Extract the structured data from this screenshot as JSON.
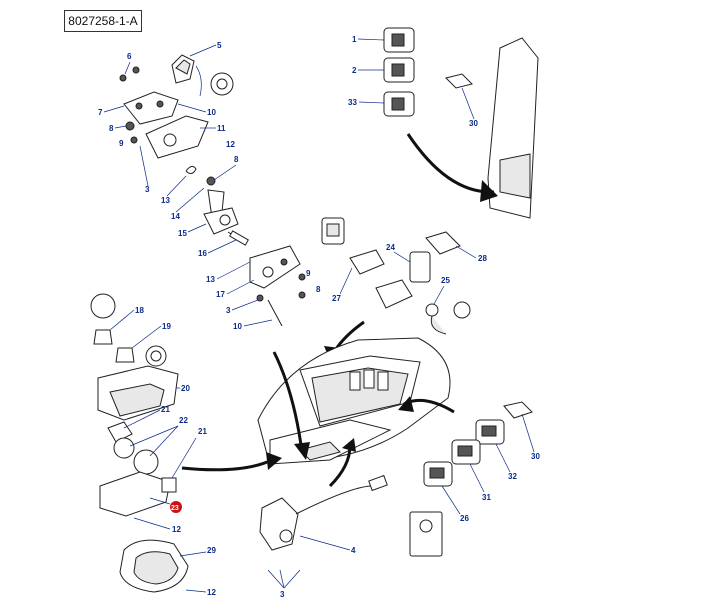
{
  "reference": "8027258-1-A",
  "callouts": [
    "1",
    "2",
    "33",
    "30",
    "5",
    "6",
    "7",
    "8",
    "9",
    "10",
    "11",
    "12",
    "3",
    "13",
    "14",
    "15",
    "16",
    "17",
    "27",
    "24",
    "28",
    "25",
    "18",
    "19",
    "20",
    "21",
    "22",
    "23",
    "4",
    "26",
    "31",
    "32",
    "29"
  ]
}
